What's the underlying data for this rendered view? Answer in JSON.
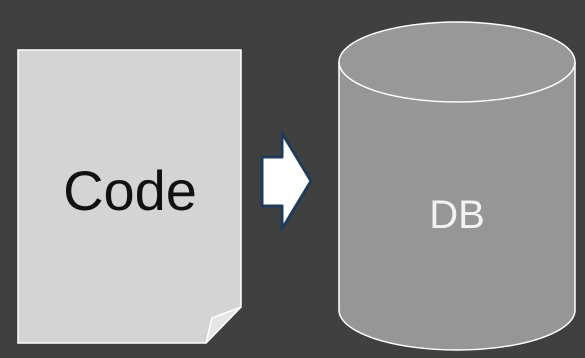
{
  "diagram": {
    "source": {
      "label": "Code",
      "shape": "document-with-folded-corner",
      "color": "#d4d4d4"
    },
    "arrow": {
      "shape": "block-arrow-right",
      "color": "#ffffff",
      "outline": "#1f3a5a"
    },
    "target": {
      "label": "DB",
      "shape": "cylinder-database",
      "color": "#969696"
    }
  },
  "colors": {
    "background": "#404040"
  }
}
